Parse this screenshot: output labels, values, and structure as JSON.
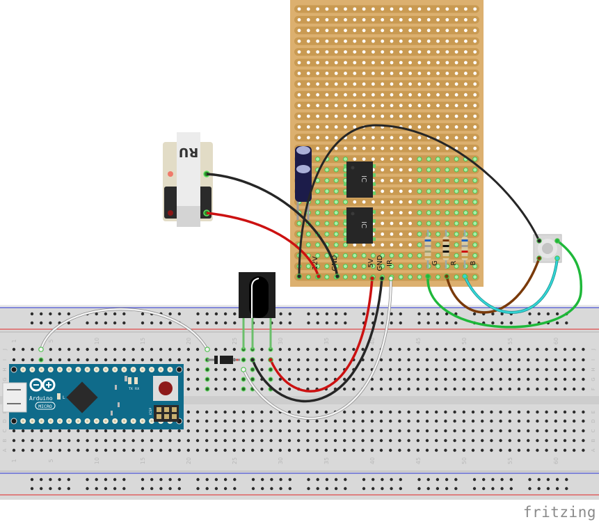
{
  "app": {
    "logo_text": "fritzing"
  },
  "colors": {
    "stripboard": "#dcb06f",
    "strip": "#c99a52",
    "breadboard": "#d9d9d9",
    "rail_blue": "#4b53d6",
    "rail_red": "#e04a4a",
    "arduino": "#0f6b8a",
    "wire_black": "#262626",
    "wire_red": "#cc1111",
    "wire_white": "#f4f4f4",
    "wire_green": "#1fb83a",
    "wire_brown": "#7a3a0a",
    "wire_cyan": "#33d6d6"
  },
  "breadboard": {
    "column_numbers": [
      "1",
      "5",
      "10",
      "15",
      "20",
      "25",
      "30",
      "35",
      "40",
      "45",
      "50",
      "55",
      "60"
    ],
    "row_letters_top": [
      "J",
      "I",
      "H",
      "G",
      "F"
    ],
    "row_letters_bottom": [
      "E",
      "D",
      "C",
      "B",
      "A"
    ]
  },
  "stripboard": {
    "labels": [
      "12V",
      "GND",
      "5V",
      "GND",
      "IR",
      "G",
      "R",
      "B"
    ],
    "ic_labels": [
      "IC",
      "IC"
    ]
  },
  "arduino": {
    "brand": "Arduino",
    "model": "MICRO",
    "led_label": "L",
    "tx_label": "TX",
    "rx_label": "RX",
    "icsp_label": "ICSP"
  },
  "relay": {
    "mark": "RU"
  },
  "components": [
    {
      "name": "Arduino Micro"
    },
    {
      "name": "Relay"
    },
    {
      "name": "Electrolytic capacitor"
    },
    {
      "name": "IC 1"
    },
    {
      "name": "IC 2"
    },
    {
      "name": "IR receiver"
    },
    {
      "name": "Diode"
    },
    {
      "name": "Resistor G"
    },
    {
      "name": "Resistor R"
    },
    {
      "name": "Resistor B"
    },
    {
      "name": "RGB LED"
    }
  ]
}
